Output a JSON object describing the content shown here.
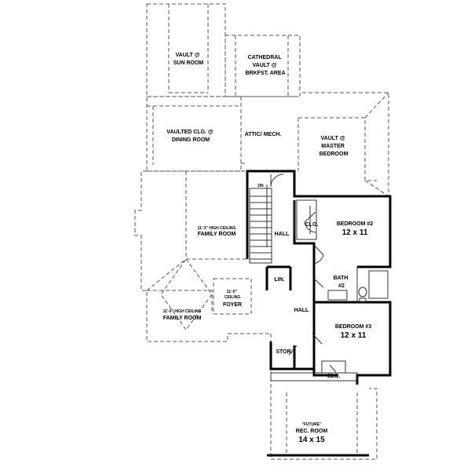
{
  "rooms": {
    "sun_room": [
      "VAULT @",
      "SUN ROOM"
    ],
    "breakfast": [
      "CATHEDRAL",
      "VAULT @",
      "BRKFST. AREA"
    ],
    "dining": [
      "VAULTED CLG. @",
      "DINING ROOM"
    ],
    "attic": "ATTIC/ MECH.",
    "master": [
      "VAULT @",
      "MASTER",
      "BEDROOM"
    ],
    "stair_dn": "DN",
    "hall_upper": "HALL",
    "closet_1": "CLO.",
    "bedroom2": [
      "BEDROOM #2",
      "12 x 11"
    ],
    "family_upper": [
      "11'-3\" HIGH CEILING",
      "FAMILY ROOM"
    ],
    "linen": "LIN.",
    "bath2": [
      "BATH",
      "#2"
    ],
    "foyer": [
      "11'-0\"",
      "CEILING",
      "FOYER"
    ],
    "family_lower": [
      "11'-0\" HIGH CEILING",
      "FAMILY ROOM"
    ],
    "hall_lower": "HALL",
    "bedroom3": [
      "BEDROOM #3",
      "12 x 11"
    ],
    "storage": "STOR.",
    "closet_2": "CLO.",
    "rec_room": [
      "\"FUTURE\"",
      "REC. ROOM",
      "14 x 15"
    ]
  }
}
